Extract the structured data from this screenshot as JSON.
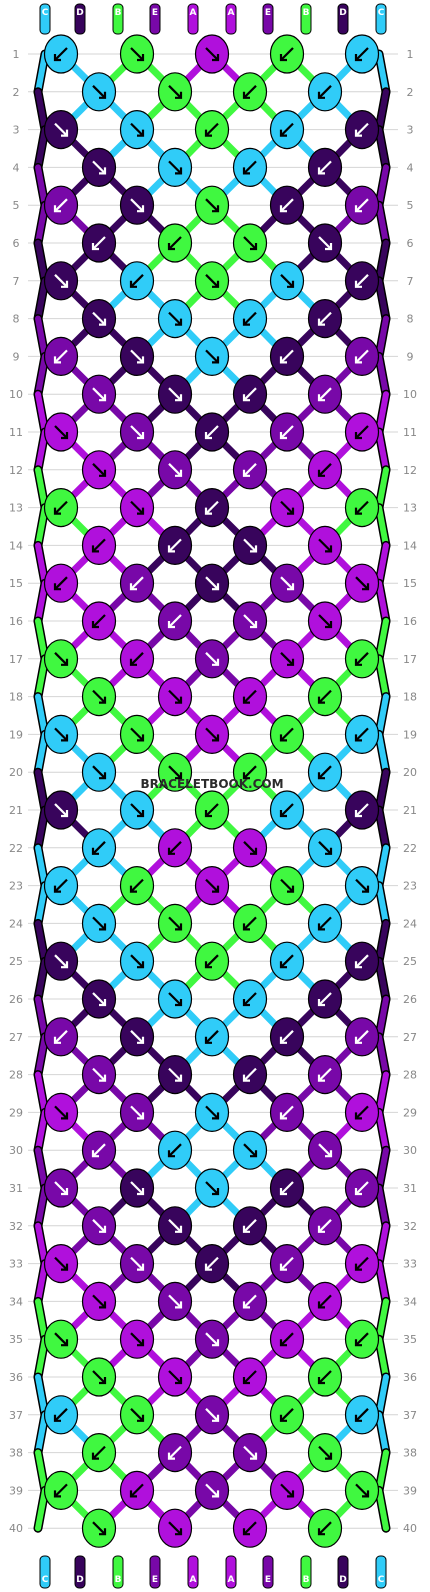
{
  "watermark": "BRACELETBOOK.COM",
  "colors": {
    "A": "#b010dc",
    "B": "#40f840",
    "C": "#30ccf8",
    "D": "#38045c",
    "E": "#7808a8"
  },
  "strand_colors_top": [
    "C",
    "D",
    "B",
    "E",
    "A",
    "A",
    "E",
    "B",
    "D",
    "C"
  ],
  "strand_colors_bottom": [
    "C",
    "D",
    "B",
    "E",
    "A",
    "A",
    "E",
    "B",
    "D",
    "C"
  ],
  "row_numbers": [
    "1",
    "2",
    "3",
    "4",
    "5",
    "6",
    "7",
    "8",
    "9",
    "10",
    "11",
    "12",
    "13",
    "14",
    "15",
    "16",
    "17",
    "18",
    "19",
    "20",
    "21",
    "22",
    "23",
    "24",
    "25",
    "26",
    "27",
    "28",
    "29",
    "30",
    "31",
    "32",
    "33",
    "34",
    "35",
    "36",
    "37",
    "38",
    "39",
    "40"
  ],
  "knot_rows": [
    {
      "row": "1",
      "knots": [
        {
          "c": "C",
          "d": "bl"
        },
        {
          "c": "B",
          "d": "br"
        },
        {
          "c": "A",
          "d": "br"
        },
        {
          "c": "B",
          "d": "bl"
        },
        {
          "c": "C",
          "d": "bl"
        }
      ]
    },
    {
      "row": "2",
      "knots": [
        {
          "c": "C",
          "d": "br"
        },
        {
          "c": "B",
          "d": "br"
        },
        {
          "c": "B",
          "d": "bl"
        },
        {
          "c": "C",
          "d": "bl"
        }
      ]
    },
    {
      "row": "3",
      "knots": [
        {
          "c": "D",
          "d": "br"
        },
        {
          "c": "C",
          "d": "br"
        },
        {
          "c": "B",
          "d": "bl"
        },
        {
          "c": "C",
          "d": "bl"
        },
        {
          "c": "D",
          "d": "bl"
        }
      ]
    },
    {
      "row": "4",
      "knots": [
        {
          "c": "D",
          "d": "br"
        },
        {
          "c": "C",
          "d": "br"
        },
        {
          "c": "C",
          "d": "bl"
        },
        {
          "c": "D",
          "d": "bl"
        }
      ]
    },
    {
      "row": "5",
      "knots": [
        {
          "c": "E",
          "d": "bl"
        },
        {
          "c": "D",
          "d": "br"
        },
        {
          "c": "B",
          "d": "br"
        },
        {
          "c": "D",
          "d": "bl"
        },
        {
          "c": "E",
          "d": "bl"
        }
      ]
    },
    {
      "row": "6",
      "knots": [
        {
          "c": "D",
          "d": "bl"
        },
        {
          "c": "B",
          "d": "bl"
        },
        {
          "c": "B",
          "d": "br"
        },
        {
          "c": "D",
          "d": "br"
        }
      ]
    },
    {
      "row": "7",
      "knots": [
        {
          "c": "D",
          "d": "br"
        },
        {
          "c": "C",
          "d": "bl"
        },
        {
          "c": "B",
          "d": "br"
        },
        {
          "c": "C",
          "d": "br"
        },
        {
          "c": "D",
          "d": "bl"
        }
      ]
    },
    {
      "row": "8",
      "knots": [
        {
          "c": "D",
          "d": "br"
        },
        {
          "c": "C",
          "d": "br"
        },
        {
          "c": "C",
          "d": "bl"
        },
        {
          "c": "D",
          "d": "bl"
        }
      ]
    },
    {
      "row": "9",
      "knots": [
        {
          "c": "E",
          "d": "bl"
        },
        {
          "c": "D",
          "d": "br"
        },
        {
          "c": "C",
          "d": "br"
        },
        {
          "c": "D",
          "d": "bl"
        },
        {
          "c": "E",
          "d": "bl"
        }
      ]
    },
    {
      "row": "10",
      "knots": [
        {
          "c": "E",
          "d": "br"
        },
        {
          "c": "D",
          "d": "br"
        },
        {
          "c": "D",
          "d": "bl"
        },
        {
          "c": "E",
          "d": "bl"
        }
      ]
    },
    {
      "row": "11",
      "knots": [
        {
          "c": "A",
          "d": "br"
        },
        {
          "c": "E",
          "d": "br"
        },
        {
          "c": "D",
          "d": "bl"
        },
        {
          "c": "E",
          "d": "bl"
        },
        {
          "c": "A",
          "d": "bl"
        }
      ]
    },
    {
      "row": "12",
      "knots": [
        {
          "c": "A",
          "d": "br"
        },
        {
          "c": "E",
          "d": "br"
        },
        {
          "c": "E",
          "d": "bl"
        },
        {
          "c": "A",
          "d": "bl"
        }
      ]
    },
    {
      "row": "13",
      "knots": [
        {
          "c": "B",
          "d": "bl"
        },
        {
          "c": "A",
          "d": "br"
        },
        {
          "c": "D",
          "d": "bl"
        },
        {
          "c": "A",
          "d": "br"
        },
        {
          "c": "B",
          "d": "bl"
        }
      ]
    },
    {
      "row": "14",
      "knots": [
        {
          "c": "A",
          "d": "bl"
        },
        {
          "c": "D",
          "d": "bl"
        },
        {
          "c": "D",
          "d": "br"
        },
        {
          "c": "A",
          "d": "br"
        }
      ]
    },
    {
      "row": "15",
      "knots": [
        {
          "c": "A",
          "d": "bl"
        },
        {
          "c": "E",
          "d": "bl"
        },
        {
          "c": "D",
          "d": "br"
        },
        {
          "c": "E",
          "d": "br"
        },
        {
          "c": "A",
          "d": "br"
        }
      ]
    },
    {
      "row": "16",
      "knots": [
        {
          "c": "A",
          "d": "bl"
        },
        {
          "c": "E",
          "d": "bl"
        },
        {
          "c": "E",
          "d": "br"
        },
        {
          "c": "A",
          "d": "br"
        }
      ]
    },
    {
      "row": "17",
      "knots": [
        {
          "c": "B",
          "d": "br"
        },
        {
          "c": "A",
          "d": "bl"
        },
        {
          "c": "E",
          "d": "br"
        },
        {
          "c": "A",
          "d": "br"
        },
        {
          "c": "B",
          "d": "bl"
        }
      ]
    },
    {
      "row": "18",
      "knots": [
        {
          "c": "B",
          "d": "br"
        },
        {
          "c": "A",
          "d": "br"
        },
        {
          "c": "A",
          "d": "bl"
        },
        {
          "c": "B",
          "d": "bl"
        }
      ]
    },
    {
      "row": "19",
      "knots": [
        {
          "c": "C",
          "d": "br"
        },
        {
          "c": "B",
          "d": "br"
        },
        {
          "c": "A",
          "d": "br"
        },
        {
          "c": "B",
          "d": "bl"
        },
        {
          "c": "C",
          "d": "bl"
        }
      ]
    },
    {
      "row": "20",
      "knots": [
        {
          "c": "C",
          "d": "br"
        },
        {
          "c": "B",
          "d": "br"
        },
        {
          "c": "B",
          "d": "bl"
        },
        {
          "c": "C",
          "d": "bl"
        }
      ]
    },
    {
      "row": "21",
      "knots": [
        {
          "c": "D",
          "d": "br"
        },
        {
          "c": "C",
          "d": "br"
        },
        {
          "c": "B",
          "d": "bl"
        },
        {
          "c": "C",
          "d": "bl"
        },
        {
          "c": "D",
          "d": "bl"
        }
      ]
    },
    {
      "row": "22",
      "knots": [
        {
          "c": "C",
          "d": "bl"
        },
        {
          "c": "A",
          "d": "bl"
        },
        {
          "c": "A",
          "d": "br"
        },
        {
          "c": "C",
          "d": "br"
        }
      ]
    },
    {
      "row": "23",
      "knots": [
        {
          "c": "C",
          "d": "bl"
        },
        {
          "c": "B",
          "d": "bl"
        },
        {
          "c": "A",
          "d": "br"
        },
        {
          "c": "B",
          "d": "br"
        },
        {
          "c": "C",
          "d": "br"
        }
      ]
    },
    {
      "row": "24",
      "knots": [
        {
          "c": "C",
          "d": "br"
        },
        {
          "c": "B",
          "d": "br"
        },
        {
          "c": "B",
          "d": "bl"
        },
        {
          "c": "C",
          "d": "bl"
        }
      ]
    },
    {
      "row": "25",
      "knots": [
        {
          "c": "D",
          "d": "br"
        },
        {
          "c": "C",
          "d": "br"
        },
        {
          "c": "B",
          "d": "bl"
        },
        {
          "c": "C",
          "d": "bl"
        },
        {
          "c": "D",
          "d": "bl"
        }
      ]
    },
    {
      "row": "26",
      "knots": [
        {
          "c": "D",
          "d": "br"
        },
        {
          "c": "C",
          "d": "br"
        },
        {
          "c": "C",
          "d": "bl"
        },
        {
          "c": "D",
          "d": "bl"
        }
      ]
    },
    {
      "row": "27",
      "knots": [
        {
          "c": "E",
          "d": "bl"
        },
        {
          "c": "D",
          "d": "br"
        },
        {
          "c": "C",
          "d": "bl"
        },
        {
          "c": "D",
          "d": "bl"
        },
        {
          "c": "E",
          "d": "bl"
        }
      ]
    },
    {
      "row": "28",
      "knots": [
        {
          "c": "E",
          "d": "br"
        },
        {
          "c": "D",
          "d": "br"
        },
        {
          "c": "D",
          "d": "bl"
        },
        {
          "c": "E",
          "d": "bl"
        }
      ]
    },
    {
      "row": "29",
      "knots": [
        {
          "c": "A",
          "d": "br"
        },
        {
          "c": "E",
          "d": "br"
        },
        {
          "c": "C",
          "d": "br"
        },
        {
          "c": "E",
          "d": "bl"
        },
        {
          "c": "A",
          "d": "bl"
        }
      ]
    },
    {
      "row": "30",
      "knots": [
        {
          "c": "E",
          "d": "bl"
        },
        {
          "c": "C",
          "d": "bl"
        },
        {
          "c": "C",
          "d": "br"
        },
        {
          "c": "E",
          "d": "br"
        }
      ]
    },
    {
      "row": "31",
      "knots": [
        {
          "c": "E",
          "d": "br"
        },
        {
          "c": "D",
          "d": "br"
        },
        {
          "c": "C",
          "d": "br"
        },
        {
          "c": "D",
          "d": "bl"
        },
        {
          "c": "E",
          "d": "bl"
        }
      ]
    },
    {
      "row": "32",
      "knots": [
        {
          "c": "E",
          "d": "br"
        },
        {
          "c": "D",
          "d": "br"
        },
        {
          "c": "D",
          "d": "bl"
        },
        {
          "c": "E",
          "d": "bl"
        }
      ]
    },
    {
      "row": "33",
      "knots": [
        {
          "c": "A",
          "d": "br"
        },
        {
          "c": "E",
          "d": "br"
        },
        {
          "c": "D",
          "d": "bl"
        },
        {
          "c": "E",
          "d": "bl"
        },
        {
          "c": "A",
          "d": "bl"
        }
      ]
    },
    {
      "row": "34",
      "knots": [
        {
          "c": "A",
          "d": "br"
        },
        {
          "c": "E",
          "d": "br"
        },
        {
          "c": "E",
          "d": "bl"
        },
        {
          "c": "A",
          "d": "bl"
        }
      ]
    },
    {
      "row": "35",
      "knots": [
        {
          "c": "B",
          "d": "br"
        },
        {
          "c": "A",
          "d": "br"
        },
        {
          "c": "E",
          "d": "br"
        },
        {
          "c": "A",
          "d": "bl"
        },
        {
          "c": "B",
          "d": "bl"
        }
      ]
    },
    {
      "row": "36",
      "knots": [
        {
          "c": "B",
          "d": "br"
        },
        {
          "c": "A",
          "d": "br"
        },
        {
          "c": "A",
          "d": "bl"
        },
        {
          "c": "B",
          "d": "bl"
        }
      ]
    },
    {
      "row": "37",
      "knots": [
        {
          "c": "C",
          "d": "bl"
        },
        {
          "c": "B",
          "d": "br"
        },
        {
          "c": "E",
          "d": "br"
        },
        {
          "c": "B",
          "d": "bl"
        },
        {
          "c": "C",
          "d": "bl"
        }
      ]
    },
    {
      "row": "38",
      "knots": [
        {
          "c": "B",
          "d": "bl"
        },
        {
          "c": "E",
          "d": "bl"
        },
        {
          "c": "E",
          "d": "br"
        },
        {
          "c": "B",
          "d": "br"
        }
      ]
    },
    {
      "row": "39",
      "knots": [
        {
          "c": "B",
          "d": "bl"
        },
        {
          "c": "A",
          "d": "bl"
        },
        {
          "c": "E",
          "d": "br"
        },
        {
          "c": "A",
          "d": "br"
        },
        {
          "c": "B",
          "d": "br"
        }
      ]
    },
    {
      "row": "40",
      "knots": [
        {
          "c": "B",
          "d": "br"
        },
        {
          "c": "A",
          "d": "br"
        },
        {
          "c": "A",
          "d": "bl"
        },
        {
          "c": "B",
          "d": "bl"
        }
      ]
    }
  ]
}
